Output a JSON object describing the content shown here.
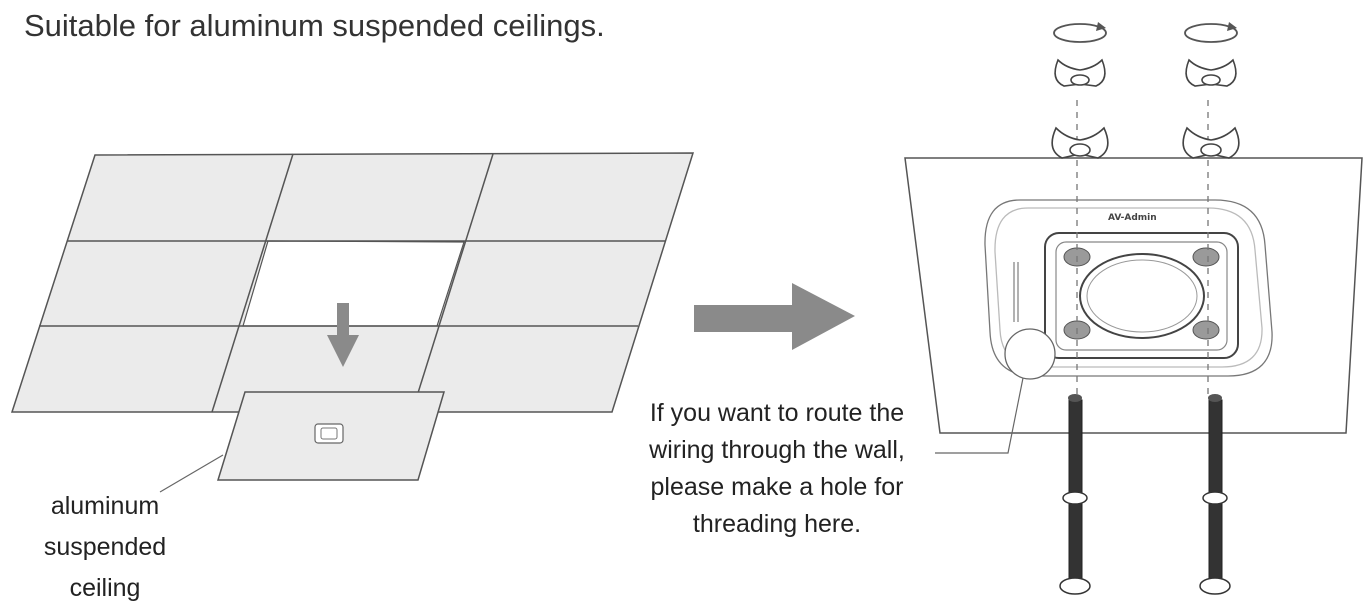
{
  "title": "Suitable for aluminum suspended ceilings.",
  "left_label": {
    "lines": [
      "aluminum",
      "suspended",
      "ceiling"
    ]
  },
  "right_label": {
    "lines": [
      "If you want to route the",
      "wiring through the wall,",
      "please make a hole for",
      "threading here."
    ]
  },
  "bracket_brand_text": "AV-Admin",
  "colors": {
    "panel_fill": "#ebebeb",
    "line": "#555555",
    "arrow": "#8a8a8a"
  }
}
